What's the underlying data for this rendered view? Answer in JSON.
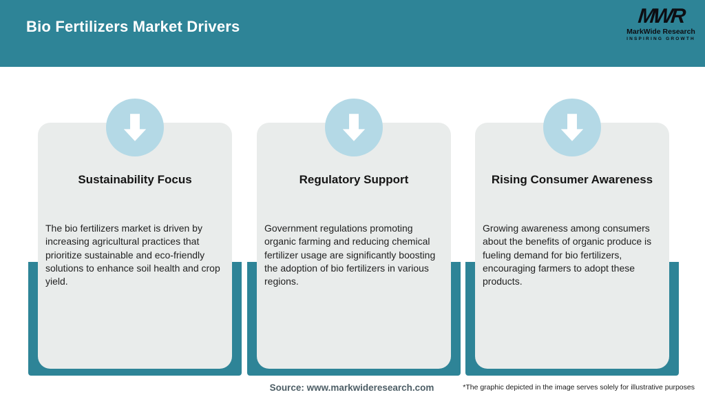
{
  "header": {
    "title": "Bio Fertilizers Market Drivers",
    "logo": {
      "monogram": "MWR",
      "name": "MarkWide Research",
      "tagline": "INSPIRING GROWTH"
    }
  },
  "cards": [
    {
      "icon": "down-arrow-icon",
      "title": "Sustainability Focus",
      "body": "The bio fertilizers market is driven by increasing agricultural practices that prioritize sustainable and eco-friendly solutions to enhance soil health and crop yield."
    },
    {
      "icon": "down-arrow-icon",
      "title": "Regulatory Support",
      "body": "Government regulations promoting organic farming and reducing chemical fertilizer usage are significantly boosting the adoption of bio fertilizers in various regions."
    },
    {
      "icon": "down-arrow-icon",
      "title": "Rising Consumer Awareness",
      "body": "Growing awareness among consumers about the benefits of organic produce is fueling demand for bio fertilizers, encouraging farmers to adopt these products."
    }
  ],
  "footer": {
    "source": "Source: www.markwideresearch.com",
    "disclaimer": "*The graphic depicted in the image serves solely for illustrative purposes"
  },
  "colors": {
    "teal": "#2e8497",
    "card_bg": "#e9eceb",
    "circle_blue": "#b4d9e6",
    "title_text": "#ffffff"
  }
}
